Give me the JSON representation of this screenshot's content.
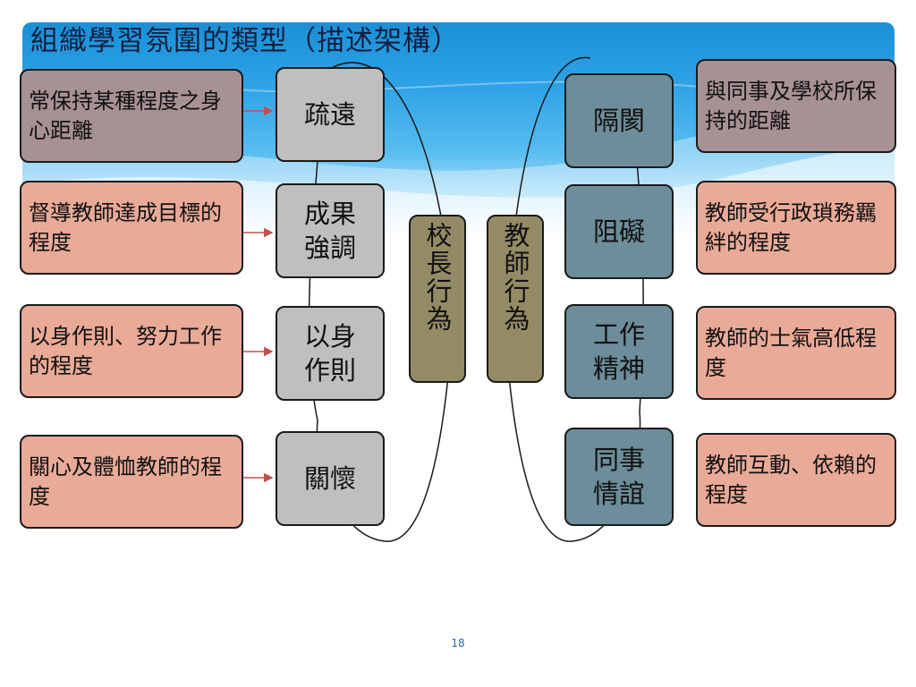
{
  "title": "組織學習氛圍的類型（描述架構）",
  "page_number": "18",
  "colors": {
    "header_blue": "#2fa3e6",
    "desc_brown": "#a89195",
    "desc_salmon": "#e9aa97",
    "node_gray": "#bfbfbf",
    "node_steel": "#6c8d99",
    "node_olive": "#938b65",
    "arrow_red": "#c0504d"
  },
  "principal": {
    "label": "校長行為",
    "descriptions": [
      "常保持某種程度之身心距離",
      "督導教師達成目標的程度",
      "以身作則、努力工作的程度",
      "關心及體恤教師的程度"
    ],
    "nodes": [
      "疏遠",
      "成果強調",
      "以身作則",
      "關懷"
    ]
  },
  "teacher": {
    "label": "教師行為",
    "nodes": [
      "隔閡",
      "阻礙",
      "工作精神",
      "同事情誼"
    ],
    "descriptions": [
      "與同事及學校所保持的距離",
      "教師受行政瑣務羈絆的程度",
      "教師的士氣高低程度",
      "教師互動、依賴的程度"
    ]
  }
}
